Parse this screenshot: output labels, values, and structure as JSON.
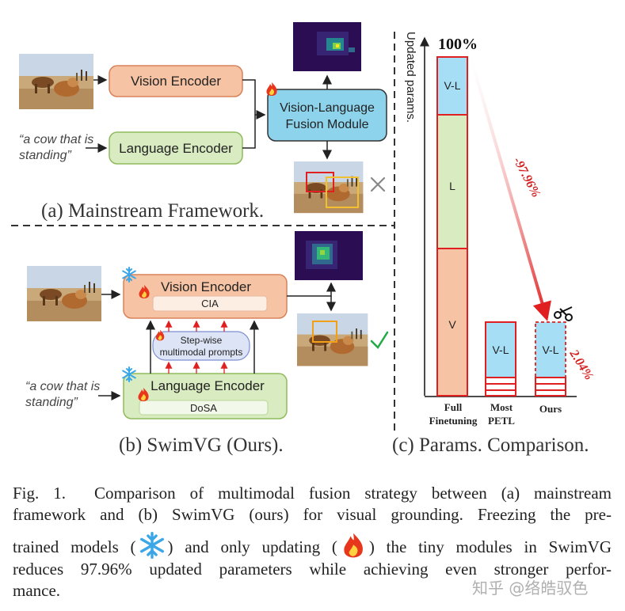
{
  "panel_a": {
    "query_text": [
      "“a cow that is",
      "standing”"
    ],
    "vision_encoder": "Vision Encoder",
    "language_encoder": "Language Encoder",
    "fusion_module": [
      "Vision-Language",
      "Fusion Module"
    ],
    "title": "(a) Mainstream Framework."
  },
  "panel_b": {
    "query_text": [
      "“a cow that is",
      "standing”"
    ],
    "vision_encoder": "Vision Encoder",
    "cia": "CIA",
    "language_encoder": "Language Encoder",
    "dosa": "DoSA",
    "prompts": [
      "Step-wise",
      "multimodal prompts"
    ],
    "title": "(b) SwimVG (Ours)."
  },
  "panel_c": {
    "title": "(c) Params. Comparison.",
    "chart_data": {
      "type": "bar",
      "ylabel": "Updated params.",
      "top_label": "100%",
      "categories": [
        [
          "Full",
          "Finetuning"
        ],
        [
          "Most",
          "PETL"
        ],
        [
          "Ours"
        ]
      ],
      "full_finetuning_segments": [
        "V",
        "L",
        "V-L"
      ],
      "full_finetuning_total": 100,
      "most_petl_label": "V-L",
      "ours_label": "V-L",
      "reduction_label": "-97.96%",
      "ours_label_pct": "2.04%"
    }
  },
  "caption": {
    "fig_label": "Fig. 1.",
    "lines": [
      "Comparison of multimodal fusion strategy between (a) mainstream",
      "framework and (b) SwimVG (ours) for visual grounding. Freezing the pre-",
      "trained models (",
      ") and only updating (",
      ") the tiny modules in SwimVG",
      "reduces 97.96% updated parameters while achieving even stronger perfor-",
      "mance."
    ]
  },
  "colors": {
    "vision": "#f6c4a4",
    "vision_border": "#d9825a",
    "language": "#d9ebc0",
    "language_border": "#8fbb5c",
    "fusion": "#8dd3ec",
    "fusion_border": "#333333",
    "bar_red": "#e02020",
    "check": "#22aa44"
  },
  "watermark": "知乎 @络皓驭色"
}
